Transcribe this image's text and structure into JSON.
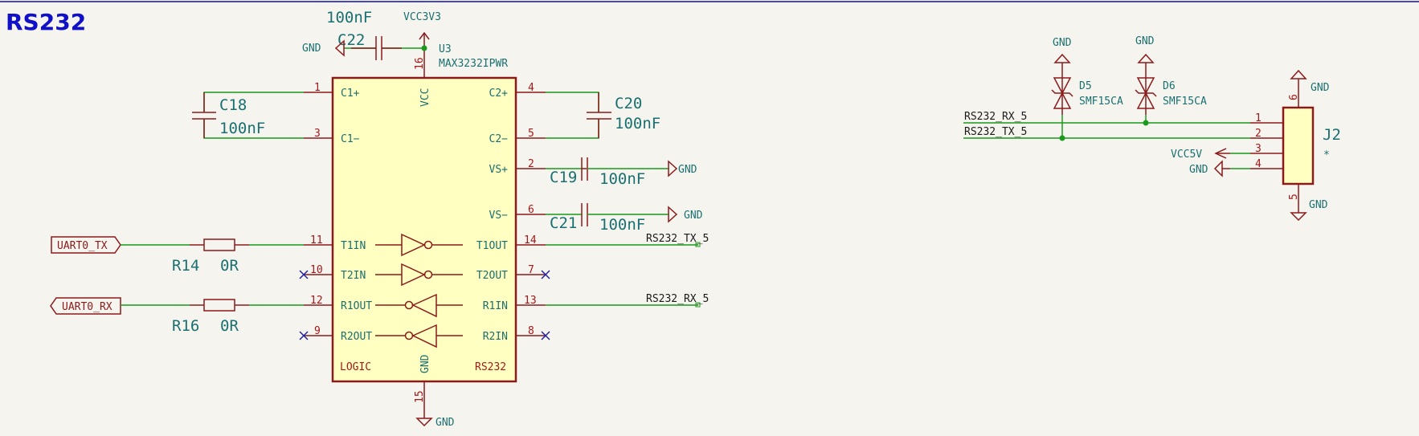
{
  "sheet": {
    "title": "RS232",
    "border_color": "#1010a0"
  },
  "u3": {
    "ref": "U3",
    "value": "MAX3232IPWR",
    "vcc_label": "VCC",
    "gnd_label": "GND",
    "logic_label": "LOGIC",
    "rs232_label": "RS232",
    "pins": {
      "c1p": {
        "num": "1",
        "name": "C1+"
      },
      "c1m": {
        "num": "3",
        "name": "C1−"
      },
      "c2p": {
        "num": "4",
        "name": "C2+"
      },
      "c2m": {
        "num": "5",
        "name": "C2−"
      },
      "vsp": {
        "num": "2",
        "name": "VS+"
      },
      "vsm": {
        "num": "6",
        "name": "VS−"
      },
      "t1in": {
        "num": "11",
        "name": "T1IN"
      },
      "t2in": {
        "num": "10",
        "name": "T2IN"
      },
      "r1out": {
        "num": "12",
        "name": "R1OUT"
      },
      "r2out": {
        "num": "9",
        "name": "R2OUT"
      },
      "t1out": {
        "num": "14",
        "name": "T1OUT"
      },
      "t2out": {
        "num": "7",
        "name": "T2OUT"
      },
      "r1in": {
        "num": "13",
        "name": "R1IN"
      },
      "r2in": {
        "num": "8",
        "name": "R2IN"
      },
      "vcc": {
        "num": "16"
      },
      "gnd": {
        "num": "15"
      }
    }
  },
  "capacitors": {
    "c18": {
      "ref": "C18",
      "value": "100nF"
    },
    "c19": {
      "ref": "C19",
      "value": "100nF"
    },
    "c20": {
      "ref": "C20",
      "value": "100nF"
    },
    "c21": {
      "ref": "C21",
      "value": "100nF"
    },
    "c22": {
      "ref": "C22",
      "value": "100nF"
    }
  },
  "resistors": {
    "r14": {
      "ref": "R14",
      "value": "0R"
    },
    "r16": {
      "ref": "R16",
      "value": "0R"
    }
  },
  "diodes": {
    "d5": {
      "ref": "D5",
      "value": "SMF15CA"
    },
    "d6": {
      "ref": "D6",
      "value": "SMF15CA"
    }
  },
  "connector": {
    "ref": "J2",
    "value": "*",
    "pins": [
      "1",
      "2",
      "3",
      "4",
      "5",
      "6"
    ]
  },
  "power": {
    "gnd": "GND",
    "vcc3v3": "VCC3V3",
    "vcc5v": "VCC5V"
  },
  "hier_labels": {
    "uart_tx": "UART0_TX",
    "uart_rx": "UART0_RX"
  },
  "net_labels": {
    "tx": "RS232_TX_5",
    "rx": "RS232_RX_5"
  }
}
